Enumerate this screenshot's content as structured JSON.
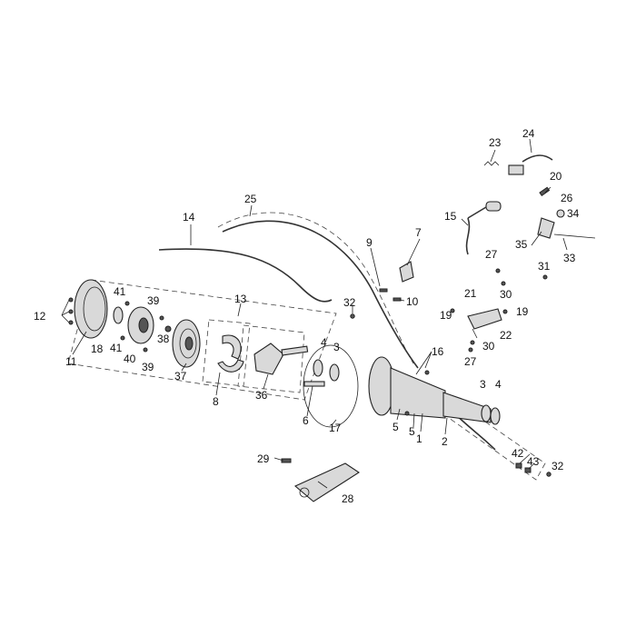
{
  "labels": {
    "l1": "1",
    "l2": "2",
    "l3a": "3",
    "l3b": "3",
    "l4a": "4",
    "l4b": "4",
    "l5a": "5",
    "l5b": "5",
    "l6": "6",
    "l7": "7",
    "l8": "8",
    "l9": "9",
    "l10": "10",
    "l11": "11",
    "l12": "12",
    "l13": "13",
    "l14": "14",
    "l15": "15",
    "l16": "16",
    "l17": "17",
    "l18": "18",
    "l19a": "19",
    "l19b": "19",
    "l20": "20",
    "l21": "21",
    "l22": "22",
    "l23": "23",
    "l24": "24",
    "l25": "25",
    "l26": "26",
    "l27a": "27",
    "l27b": "27",
    "l28": "28",
    "l29": "29",
    "l30a": "30",
    "l30b": "30",
    "l31": "31",
    "l32a": "32",
    "l32b": "32",
    "l33": "33",
    "l34": "34",
    "l35": "35",
    "l36": "36",
    "l37": "37",
    "l38": "38",
    "l39a": "39",
    "l39b": "39",
    "l40": "40",
    "l41a": "41",
    "l41b": "41",
    "l42": "42",
    "l43": "43"
  }
}
